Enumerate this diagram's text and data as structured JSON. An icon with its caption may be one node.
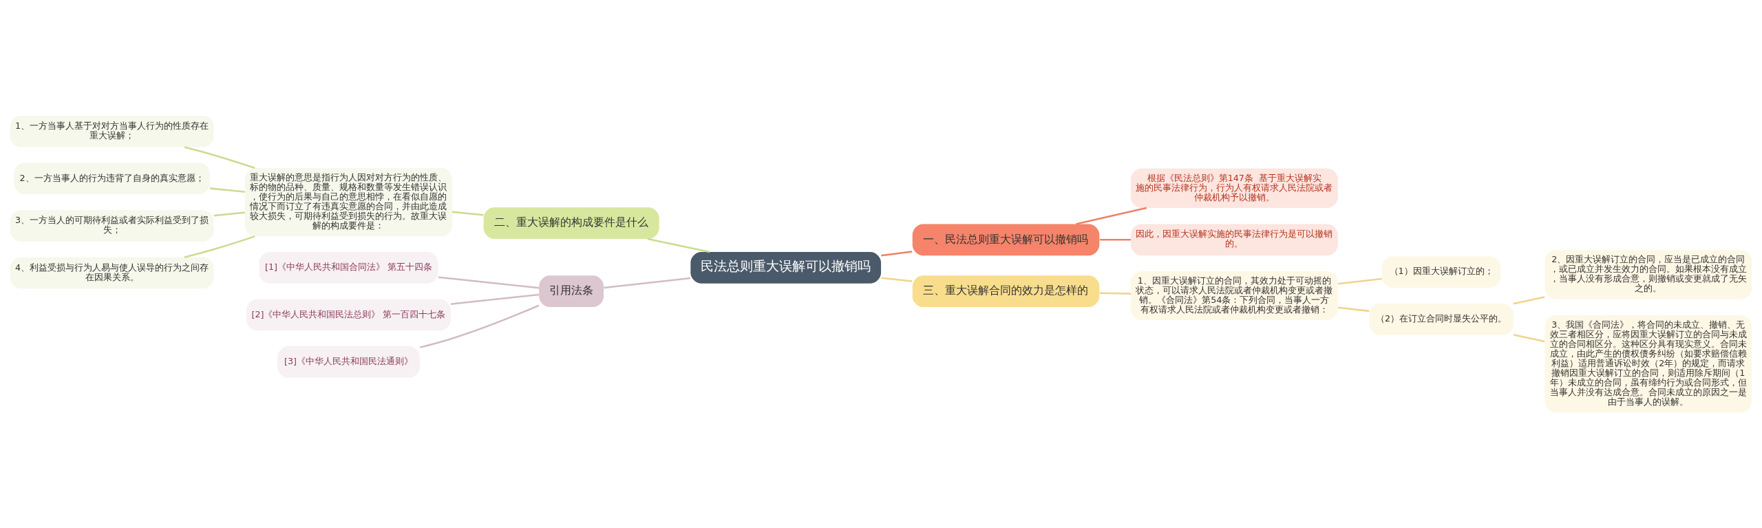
{
  "diagram": {
    "nodes": [
      {
        "text": [
          "民法总则重大误解可以撤销吗"
        ]
      },
      {
        "text": [
          "二、重大误解的构成要件是什么"
        ]
      },
      {
        "text": [
          "重大误解的意思是指行为人因对对方行为的性质、标的物的品种、质量、规格和数量等发生错误认识，使行为的后果与自己的意思相悖，在看似自愿的情况下而订立了有违真实意愿的合同，并由此造成较大损失，可期待利益受到损失的行为。故重大误解的构成要件是："
        ]
      },
      {
        "text": [
          "1、一方当事人基于对对方当事人行为的性质存在重大误解；"
        ]
      },
      {
        "text": [
          "2、一方当事人的行为违背了自身的真实意愿；"
        ]
      },
      {
        "text": [
          "3、一方当人的可期待利益或者实际利益受到了损失；"
        ]
      },
      {
        "text": [
          "4、利益受损与行为人易与使人误导的行为之间存在因果关系。"
        ]
      },
      {
        "text": [
          "引用法条"
        ]
      },
      {
        "text": [
          "[1]《中华人民共和国合同法》 第五十四条"
        ]
      },
      {
        "text": [
          "[2]《中华人民共和国民法总则》 第一百四十七条"
        ]
      },
      {
        "text": [
          "[3]《中华人民共和国民法通则》"
        ]
      },
      {
        "text": [
          "一、民法总则重大误解可以撤销吗"
        ]
      },
      {
        "text": [
          "根据《民法总则》第147条  基于重大误解实施的民事法律行为，行为人有权请求人民法院或者仲裁机构予以撤销。"
        ]
      },
      {
        "text": [
          "因此，因重大误解实施的民事法律行为是可以撤销的。"
        ]
      },
      {
        "text": [
          "三、重大误解合同的效力是怎样的"
        ]
      },
      {
        "text": [
          "1、因重大误解订立的合同，其效力处于可动摇的状态，可以请求人民法院或者仲裁机构变更或者撤销。《合同法》第54条：下列合同，当事人一方有权请求人民法院或者仲裁机构变更或者撤销："
        ]
      },
      {
        "text": [
          "（1）因重大误解订立的；"
        ]
      },
      {
        "text": [
          "（2）在订立合同时显失公平的。"
        ]
      },
      {
        "text": [
          "2、因重大误解订立的合同，应当是已成立的合同，或已成立并发生效力的合同。如果根本没有成立，当事人没有形成合意，则撤销或变更就成了无矢之的。"
        ]
      },
      {
        "text": [
          "3、我国《合同法》，将合同的未成立、撤销、无效三者相区分，应将因重大误解订立的合同与未成立的合同相区分。这种区分具有现实意义。合同未成立，由此产生的债权债务纠纷（如要求赔偿信赖利益）适用普通诉讼时效（2年）的规定，而请求撤销因重大误解订立的合同，则适用除斥期间（1年）未成立的合同，虽有缔约行为或合同形式，但当事人并没有达成合意。合同未成立的原因之一是由于当事人的误解。"
        ]
      }
    ],
    "edges": [
      {
        "from": 1,
        "to": 0,
        "arrow": "none",
        "color": "#c9dc8f"
      },
      {
        "from": 2,
        "to": 1,
        "arrow": "none",
        "color": "#c9dc8f"
      },
      {
        "from": 3,
        "to": 2,
        "arrow": "none",
        "color": "#c9dc8f"
      },
      {
        "from": 4,
        "to": 2,
        "arrow": "none",
        "color": "#c9dc8f"
      },
      {
        "from": 5,
        "to": 2,
        "arrow": "none",
        "color": "#c9dc8f"
      },
      {
        "from": 6,
        "to": 2,
        "arrow": "none",
        "color": "#c9dc8f"
      },
      {
        "from": 7,
        "to": 0,
        "arrow": "none",
        "color": "#d2bcc4"
      },
      {
        "from": 8,
        "to": 7,
        "arrow": "none",
        "color": "#d2bcc4"
      },
      {
        "from": 9,
        "to": 7,
        "arrow": "none",
        "color": "#d2bcc4"
      },
      {
        "from": 10,
        "to": 7,
        "arrow": "none",
        "color": "#d2bcc4"
      },
      {
        "from": 0,
        "to": 11,
        "arrow": "none",
        "color": "#ee8166"
      },
      {
        "from": 11,
        "to": 12,
        "arrow": "none",
        "color": "#ee8166"
      },
      {
        "from": 11,
        "to": 13,
        "arrow": "none",
        "color": "#ee8166"
      },
      {
        "from": 0,
        "to": 14,
        "arrow": "none"
      },
      {
        "from": 14,
        "to": 15,
        "arrow": "none"
      },
      {
        "from": 15,
        "to": 16,
        "arrow": "none"
      },
      {
        "from": 15,
        "to": 17,
        "arrow": "none"
      },
      {
        "from": 17,
        "to": 18,
        "arrow": "none"
      },
      {
        "from": 17,
        "to": 19,
        "arrow": "none"
      }
    ]
  }
}
